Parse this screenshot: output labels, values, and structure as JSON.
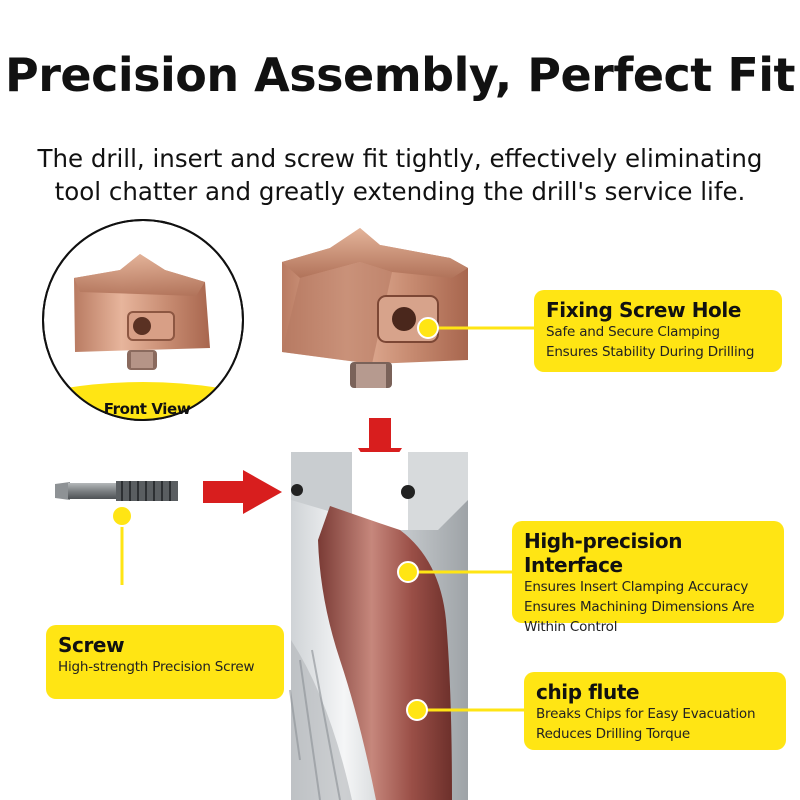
{
  "header": {
    "title": "Precision Assembly, Perfect Fit",
    "subtitle_line1": "The drill, insert and screw fit tightly, effectively eliminating",
    "subtitle_line2": "tool chatter and greatly extending the drill's service life."
  },
  "front_view": {
    "label": "Front View"
  },
  "callouts": {
    "fixing_screw_hole": {
      "title": "Fixing Screw Hole",
      "line1": "Safe and Secure Clamping",
      "line2": "Ensures Stability During Drilling"
    },
    "interface": {
      "title": "High-precision Interface",
      "line1": "Ensures Insert Clamping Accuracy",
      "line2": "Ensures Machining Dimensions Are",
      "line3": "Within Control"
    },
    "screw": {
      "title": "Screw",
      "line1": "High-strength Precision Screw"
    },
    "chip_flute": {
      "title": "chip flute",
      "line1": "Breaks Chips for Easy Evacuation",
      "line2": "Reduces Drilling Torque"
    }
  },
  "colors": {
    "accent_yellow": "#ffe514",
    "arrow_red": "#d81e1e",
    "insert_copper": "#c98a70",
    "flute_copper": "#9b4d45"
  },
  "icons": [
    "insert-front-view",
    "insert-image",
    "drill-body-image",
    "screw-image",
    "down-arrow-icon",
    "right-arrow-icon"
  ]
}
